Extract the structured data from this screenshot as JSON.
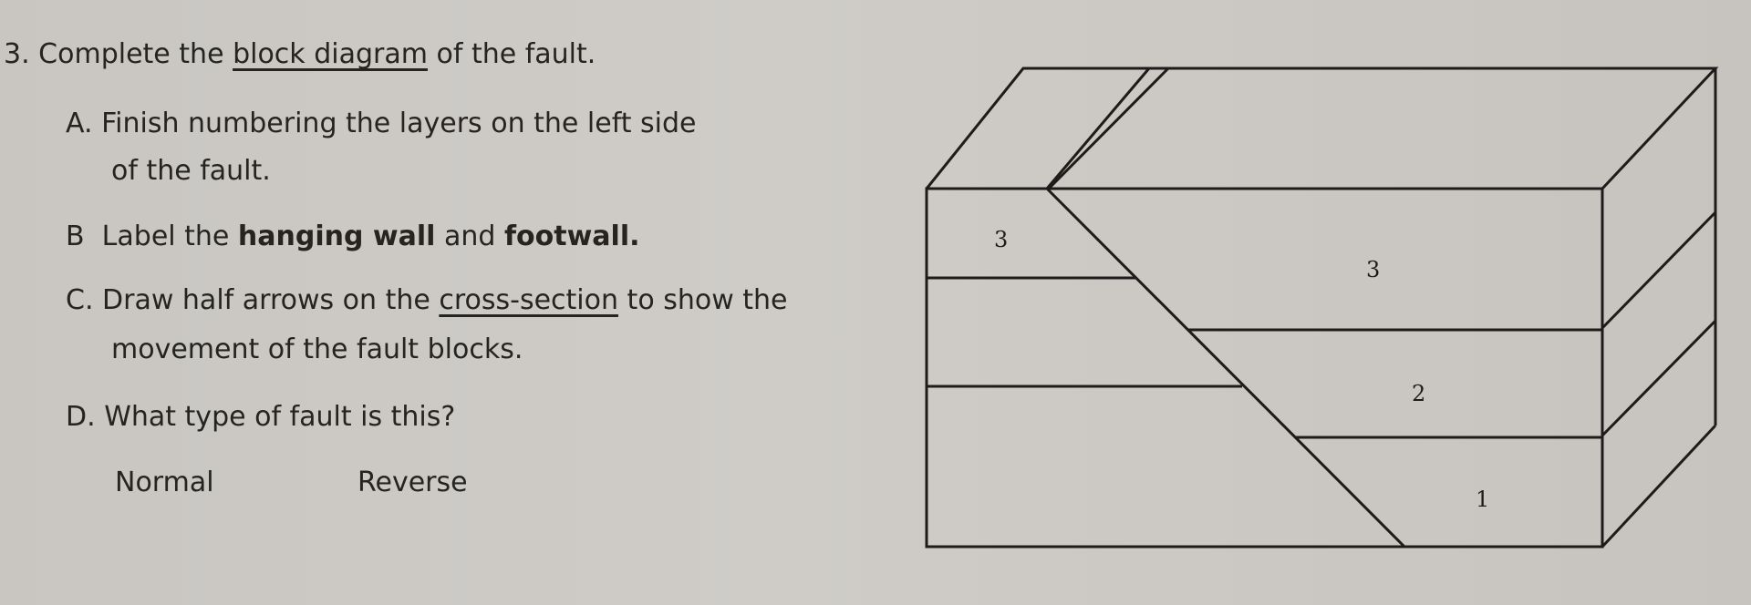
{
  "question": {
    "number": "3.",
    "prefix": "Complete the ",
    "underlined": "block diagram",
    "suffix": " of the fault."
  },
  "items": {
    "a_letter": "A.",
    "a_line1": "Finish numbering the layers on the left side",
    "a_line2": "of the fault.",
    "b_letter": "B",
    "b_prefix": "Label the ",
    "b_bold1": "hanging wall",
    "b_mid": " and ",
    "b_bold2": "footwall",
    "b_suffix": ".",
    "c_letter": "C.",
    "c_prefix": "Draw half arrows on the ",
    "c_underlined": "cross-section",
    "c_suffix": " to show the",
    "c_line2": "movement of the fault blocks.",
    "d_letter": "D.",
    "d_text": "What type of fault is this?"
  },
  "choices": {
    "normal": "Normal",
    "reverse": "Reverse"
  },
  "diagram_labels": {
    "left_top_layer": "3",
    "right_layer_3": "3",
    "right_layer_2": "2",
    "right_layer_1": "1"
  }
}
